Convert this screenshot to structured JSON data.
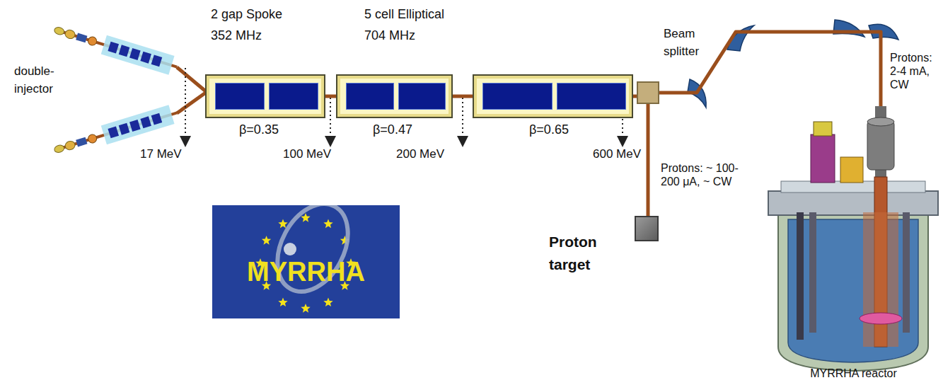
{
  "diagram": {
    "nodes": [
      {
        "text": [
          "2 gap Spoke 352 MHz",
          "β=0.35"
        ]
      },
      {
        "text": [
          "5 cell Elliptical 704 MHz",
          "β=0.47"
        ]
      },
      {
        "text": [
          "β=0.65"
        ]
      },
      {
        "text": [
          "Beam splitter"
        ]
      },
      {
        "text": [
          "Proton target"
        ]
      },
      {
        "text": [
          "MYRRHA reactor"
        ]
      },
      {
        "text": [
          "MYRRHA"
        ]
      }
    ],
    "edges": [
      {
        "from": 0,
        "to": 1,
        "arrow": "none"
      },
      {
        "from": 1,
        "to": 2,
        "arrow": "none"
      },
      {
        "from": 2,
        "to": 3,
        "arrow": "none"
      },
      {
        "from": 3,
        "to": 4,
        "label": "Protons: ~ 100-200 μA, ~ CW",
        "arrow": "none"
      },
      {
        "from": 3,
        "to": 5,
        "label": "Protons: 2-4 mA, CW",
        "arrow": "none"
      }
    ],
    "labels": [
      "double-injector",
      "17 MeV",
      "100 MeV",
      "200 MeV",
      "600 MeV"
    ]
  }
}
